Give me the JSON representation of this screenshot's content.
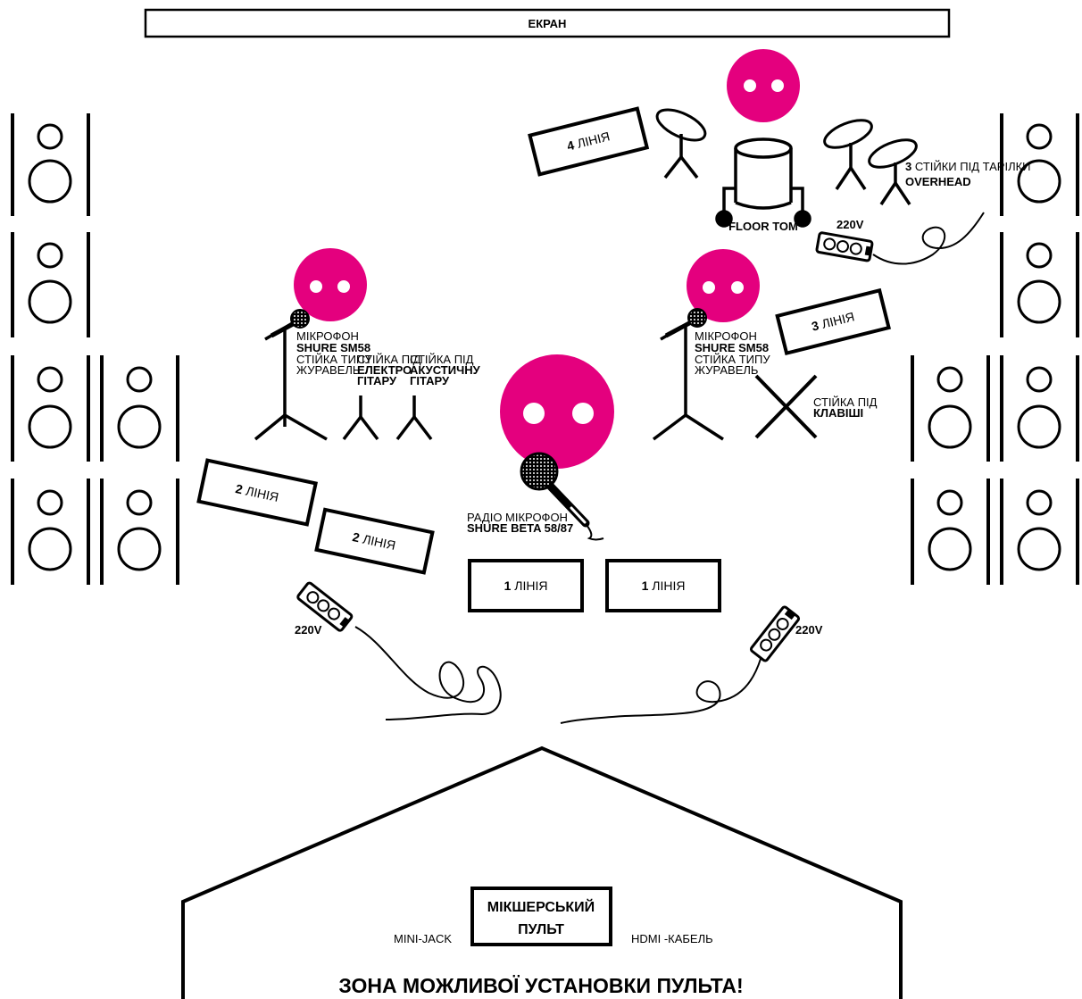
{
  "screen": {
    "label": "ЕКРАН"
  },
  "lines": {
    "line4_num": "4",
    "line4_word": "ЛІНІЯ",
    "line3_num": "3",
    "line3_word": "ЛІНІЯ",
    "line2a_num": "2",
    "line2a_word": "ЛІНІЯ",
    "line2b_num": "2",
    "line2b_word": "ЛІНІЯ",
    "line1a_num": "1",
    "line1a_word": "ЛІНІЯ",
    "line1b_num": "1",
    "line1b_word": "ЛІНІЯ"
  },
  "drums": {
    "floor_tom": "FLOOR TOM",
    "cymbal_count": "3",
    "cymbal_text": "СТІЙКИ ПІД ТАРІЛКИ",
    "overhead": "OVERHEAD"
  },
  "power": {
    "top_right": "220V",
    "left": "220V",
    "right": "220V"
  },
  "left_vocal": {
    "mic_line1": "МІКРОФОН",
    "mic_line2": "SHURE SM58",
    "stand_line1": "СТІЙКА ТИПУ",
    "stand_line2": "ЖУРАВЕЛЬ"
  },
  "right_vocal": {
    "mic_line1": "МІКРОФОН",
    "mic_line2": "SHURE SM58",
    "stand_line1": "СТІЙКА ТИПУ",
    "stand_line2": "ЖУРАВЕЛЬ"
  },
  "guitar_stands": {
    "electric_l1": "СТІЙКА ПІД",
    "electric_l2": "ЕЛЕКТРО",
    "electric_l3": "ГІТАРУ",
    "acoustic_l1": "СТІЙКА ПІД",
    "acoustic_l2": "АКУСТИЧНУ",
    "acoustic_l3": "ГІТАРУ"
  },
  "keys_stand": {
    "l1": "СТІЙКА ПІД",
    "l2": "КЛАВІШІ"
  },
  "radio_mic": {
    "l1": "РАДІО МІКРОФОН",
    "l2": "SHURE BETA 58/87"
  },
  "mixer": {
    "title_l1": "МІКШЕРСЬКИЙ",
    "title_l2": "ПУЛЬТ",
    "mini_jack": "MINI-JACK",
    "hdmi": "HDMI -КАБЕЛЬ",
    "zone": "ЗОНА МОЖЛИВОЇ УСТАНОВКИ ПУЛЬТА!"
  },
  "colors": {
    "performer": "#e4007e",
    "stroke": "#000000"
  }
}
